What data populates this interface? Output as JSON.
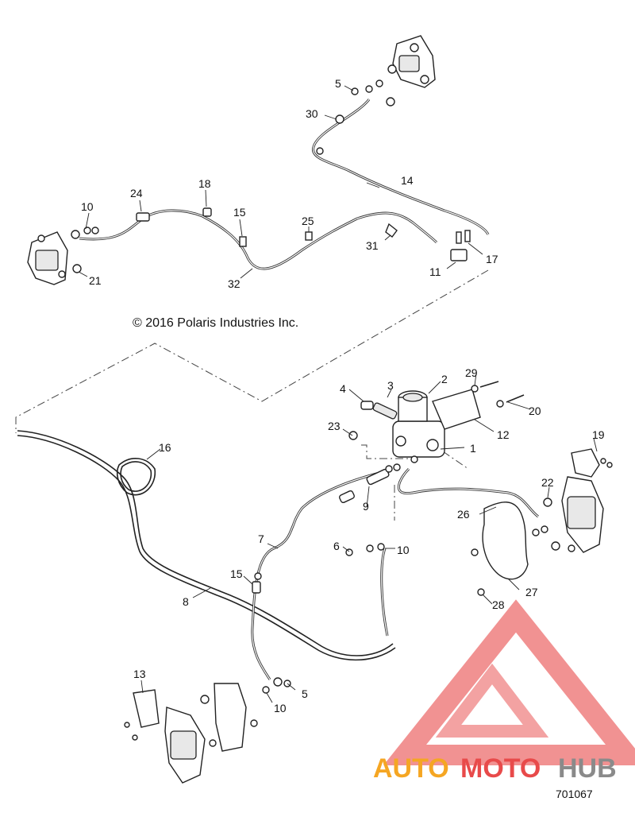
{
  "copyright": "© 2016 Polaris Industries Inc.",
  "reference_number": "701067",
  "watermark": {
    "text_part1": "AUTO",
    "text_part2": "MOTO",
    "text_part3": "HUB",
    "color_orange": "#f5a623",
    "color_red": "#e84a4a",
    "color_gray": "#8a8a8a"
  },
  "callouts": [
    {
      "id": "c1",
      "label": "1"
    },
    {
      "id": "c2",
      "label": "2"
    },
    {
      "id": "c3",
      "label": "3"
    },
    {
      "id": "c4",
      "label": "4"
    },
    {
      "id": "c5a",
      "label": "5"
    },
    {
      "id": "c5b",
      "label": "5"
    },
    {
      "id": "c6",
      "label": "6"
    },
    {
      "id": "c7",
      "label": "7"
    },
    {
      "id": "c8",
      "label": "8"
    },
    {
      "id": "c9",
      "label": "9"
    },
    {
      "id": "c10a",
      "label": "10"
    },
    {
      "id": "c10b",
      "label": "10"
    },
    {
      "id": "c10c",
      "label": "10"
    },
    {
      "id": "c11",
      "label": "11"
    },
    {
      "id": "c12",
      "label": "12"
    },
    {
      "id": "c13",
      "label": "13"
    },
    {
      "id": "c14",
      "label": "14"
    },
    {
      "id": "c15a",
      "label": "15"
    },
    {
      "id": "c15b",
      "label": "15"
    },
    {
      "id": "c16",
      "label": "16"
    },
    {
      "id": "c17",
      "label": "17"
    },
    {
      "id": "c18",
      "label": "18"
    },
    {
      "id": "c19",
      "label": "19"
    },
    {
      "id": "c20",
      "label": "20"
    },
    {
      "id": "c21",
      "label": "21"
    },
    {
      "id": "c22",
      "label": "22"
    },
    {
      "id": "c23",
      "label": "23"
    },
    {
      "id": "c24",
      "label": "24"
    },
    {
      "id": "c25",
      "label": "25"
    },
    {
      "id": "c26",
      "label": "26"
    },
    {
      "id": "c27",
      "label": "27"
    },
    {
      "id": "c28",
      "label": "28"
    },
    {
      "id": "c29",
      "label": "29"
    },
    {
      "id": "c30",
      "label": "30"
    },
    {
      "id": "c31",
      "label": "31"
    },
    {
      "id": "c32",
      "label": "32"
    }
  ]
}
